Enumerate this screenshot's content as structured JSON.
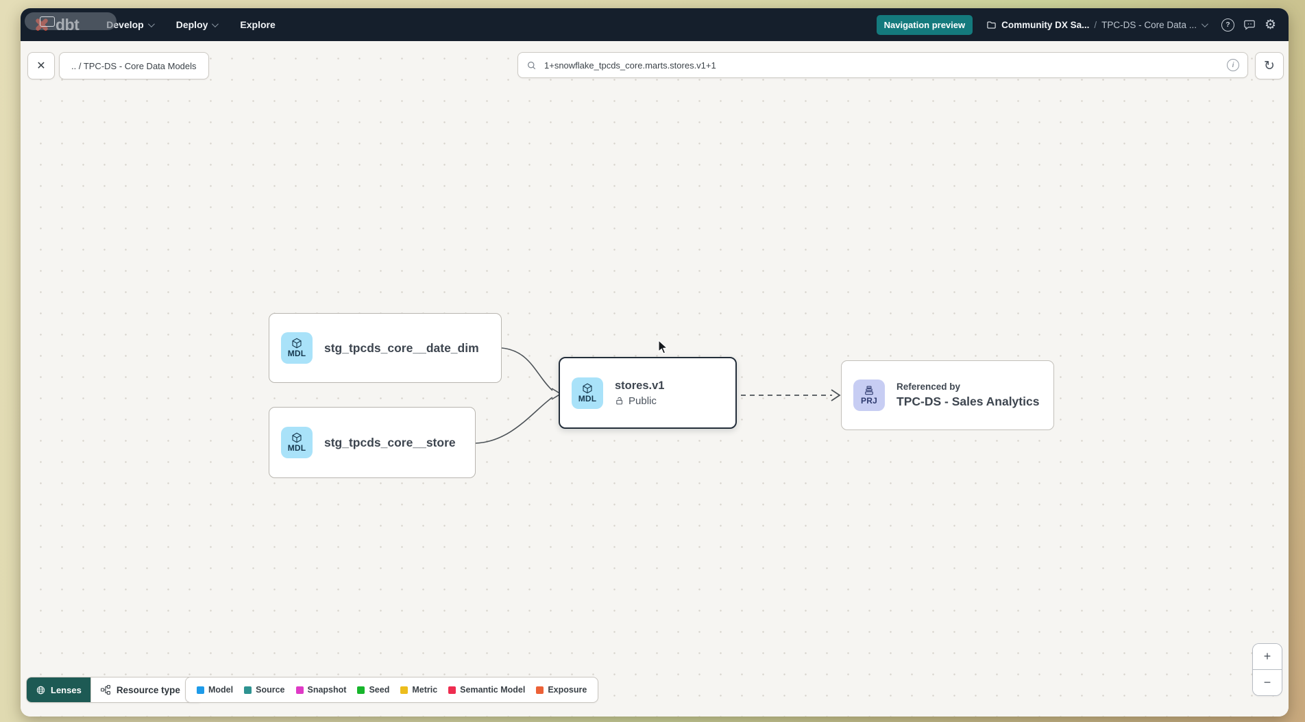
{
  "navbar": {
    "logo_text": "dbt",
    "menus": [
      {
        "label": "Develop"
      },
      {
        "label": "Deploy"
      },
      {
        "label": "Explore"
      }
    ],
    "preview_badge": "Navigation preview",
    "breadcrumb": {
      "project": "Community DX Sa...",
      "separator": "/",
      "section": "TPC-DS - Core Data ..."
    }
  },
  "toolbar": {
    "breadcrumb_chip": ".. / TPC-DS - Core Data Models",
    "search_value": "1+snowflake_tpcds_core.marts.stores.v1+1"
  },
  "graph": {
    "nodes": [
      {
        "badge": "MDL",
        "title": "stg_tpcds_core__date_dim"
      },
      {
        "badge": "MDL",
        "title": "stg_tpcds_core__store"
      },
      {
        "badge": "MDL",
        "title": "stores.v1",
        "subtitle": "Public",
        "selected": "true"
      },
      {
        "badge": "PRJ",
        "kicker": "Referenced by",
        "title": "TPC-DS - Sales Analytics"
      }
    ]
  },
  "footer": {
    "lenses_label": "Lenses",
    "resource_type_label": "Resource type",
    "legend": [
      {
        "label": "Model",
        "color": "#1e9be9"
      },
      {
        "label": "Source",
        "color": "#2e9391"
      },
      {
        "label": "Snapshot",
        "color": "#df3ac6"
      },
      {
        "label": "Seed",
        "color": "#17b52b"
      },
      {
        "label": "Metric",
        "color": "#ecbd1d"
      },
      {
        "label": "Semantic Model",
        "color": "#ee2d50"
      },
      {
        "label": "Exposure",
        "color": "#ec6137"
      }
    ]
  },
  "icons": {
    "close": "✕",
    "refresh": "↻",
    "info": "i",
    "help": "?",
    "gear": "⚙",
    "zoom_in": "+",
    "zoom_out": "−"
  },
  "colors": {
    "brand_orange": "#ff4a2c",
    "accent_teal": "#147a7d",
    "navbar_bg": "#151f2c",
    "model_badge_bg": "#a9e2f9",
    "project_badge_bg": "#c7cdf3",
    "selected_node_border": "#232e3a"
  }
}
